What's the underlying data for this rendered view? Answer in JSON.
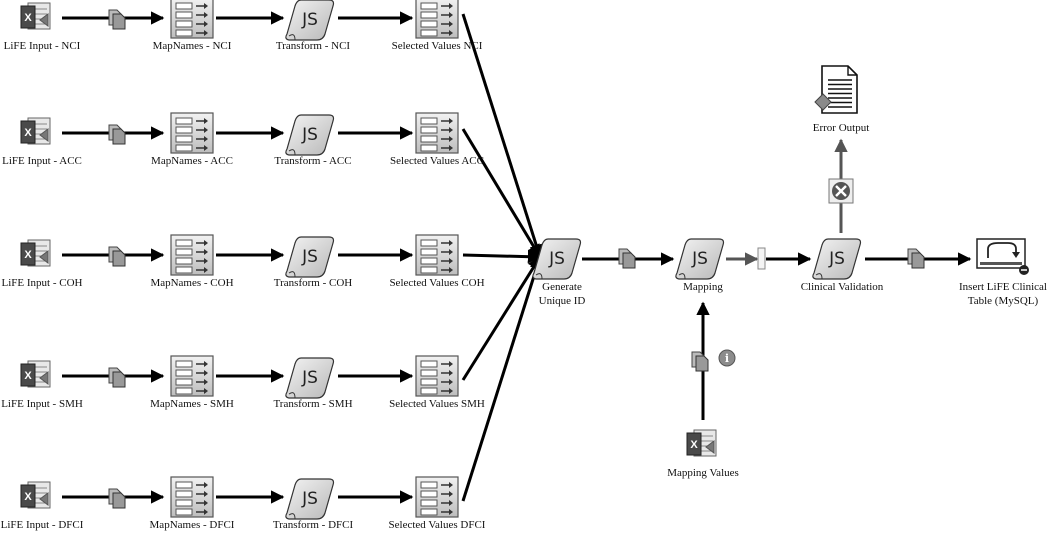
{
  "rows": [
    {
      "input": "LiFE Input - NCI",
      "map": "MapNames - NCI",
      "transform": "Transform - NCI",
      "select": "Selected Values NCI"
    },
    {
      "input": "LiFE Input - ACC",
      "map": "MapNames - ACC",
      "transform": "Transform - ACC",
      "select": "Selected Values ACC"
    },
    {
      "input": "LiFE Input - COH",
      "map": "MapNames - COH",
      "transform": "Transform - COH",
      "select": "Selected Values COH"
    },
    {
      "input": "LiFE Input - SMH",
      "map": "MapNames - SMH",
      "transform": "Transform - SMH",
      "select": "Selected Values SMH"
    },
    {
      "input": "LiFE Input - DFCI",
      "map": "MapNames - DFCI",
      "transform": "Transform - DFCI",
      "select": "Selected Values DFCI"
    }
  ],
  "generate": {
    "line1": "Generate",
    "line2": "Unique ID"
  },
  "mapping": "Mapping",
  "mapping_values": "Mapping Values",
  "clinical": "Clinical Validation",
  "error_output": "Error Output",
  "insert": {
    "line1": "Insert LiFE Clinical",
    "line2": "Table (MySQL)"
  },
  "js_text": "JS",
  "icons": {
    "input": "excel-input-icon",
    "map": "select-values-icon",
    "transform": "javascript-scroll-icon",
    "copy": "copy-rows-icon",
    "error": "error-x-icon",
    "info": "info-icon",
    "output": "text-file-output-icon",
    "insert": "table-insert-icon"
  }
}
